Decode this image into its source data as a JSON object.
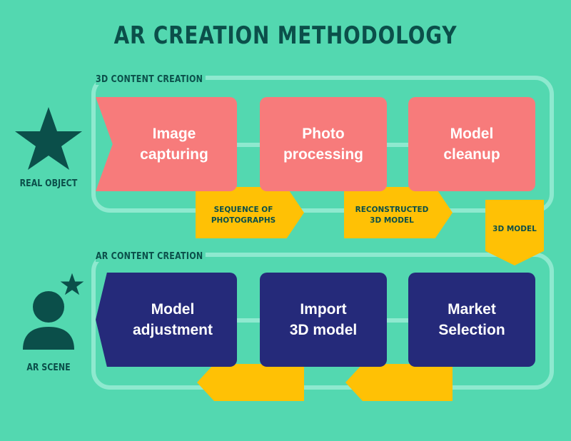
{
  "title": "AR CREATION METHODOLOGY",
  "sections": {
    "top": "3D CONTENT CREATION",
    "bottom": "AR CONTENT CREATION"
  },
  "actors": {
    "real_object": "REAL OBJECT",
    "ar_scene": "AR SCENE"
  },
  "steps_top": [
    "Image\ncapturing",
    "Photo\nprocessing",
    "Model\ncleanup"
  ],
  "flags_top": [
    "SEQUENCE OF\nPHOTOGRAPHS",
    "RECONSTRUCTED\n3D MODEL"
  ],
  "flag_transition": "3D MODEL",
  "steps_bottom": [
    "Model\nadjustment",
    "Import\n3D model",
    "Market\nSelection"
  ],
  "colors": {
    "background": "#53d8b0",
    "title": "#0b4f4a",
    "step_top": "#f77b7b",
    "step_bottom": "#252a7a",
    "flag": "#ffc105",
    "track": "#8ee9cf"
  },
  "icons": [
    "star-icon",
    "person-icon",
    "small-star-icon"
  ]
}
